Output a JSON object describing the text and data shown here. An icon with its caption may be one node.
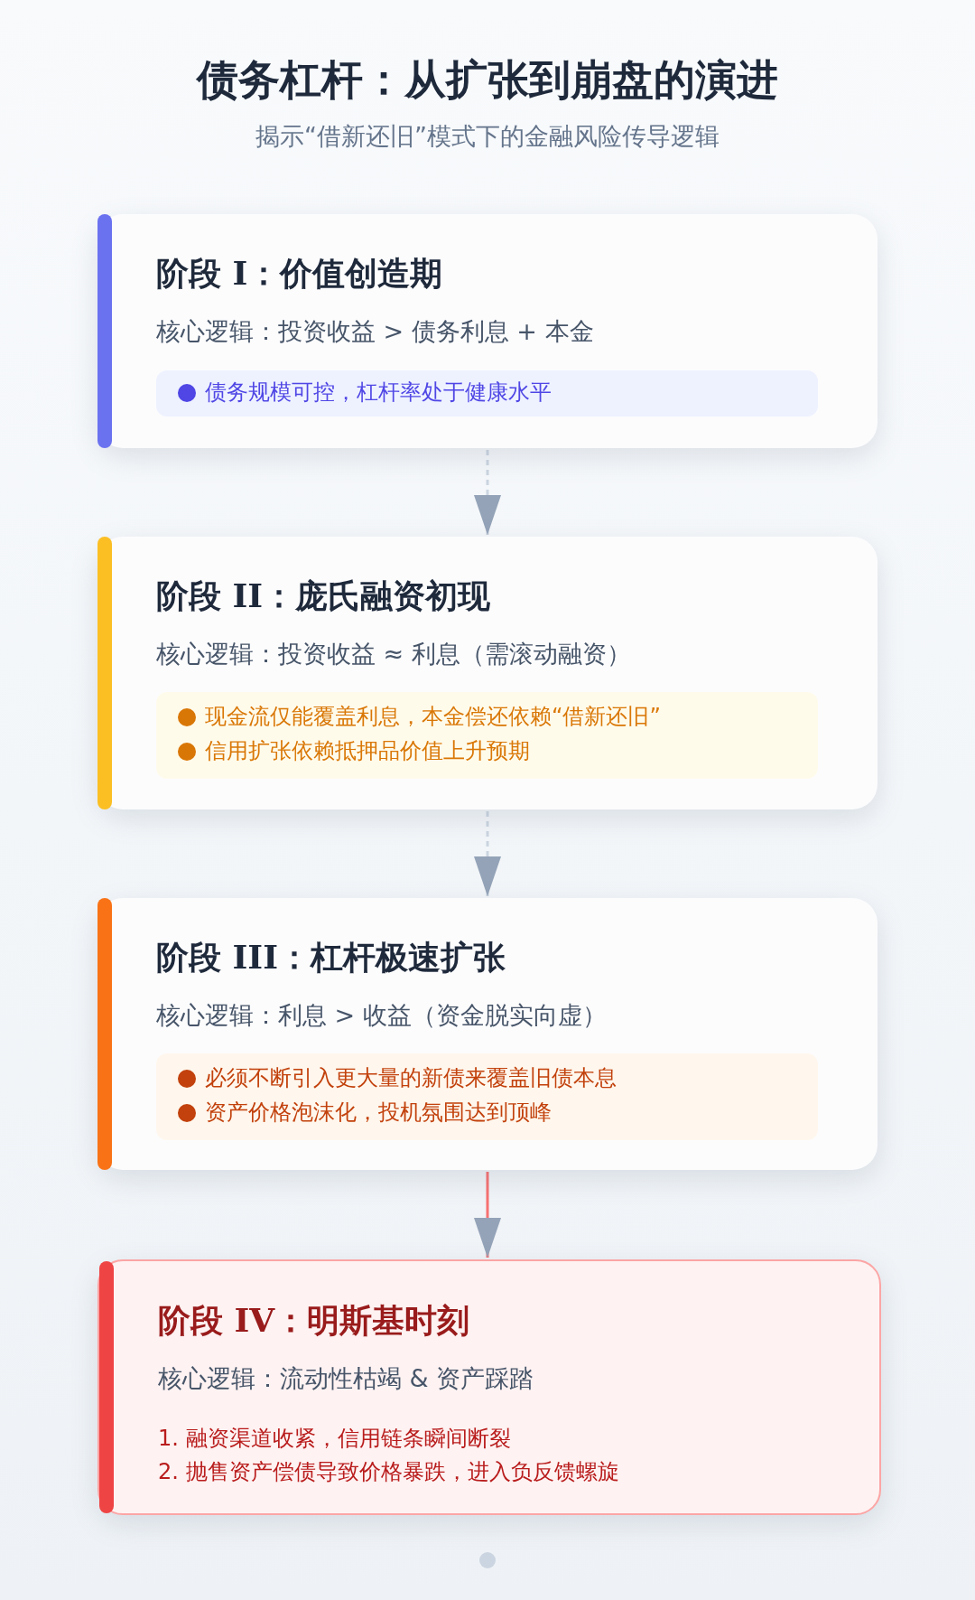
{
  "diagram": {
    "title": "债务杠杆：从扩张到崩盘的演进",
    "caption": "揭示“借新还旧”模式下的金融风险传导逻辑",
    "nodes": [
      {
        "text": [
          "阶段 I：价值创造期",
          "核心逻辑：投资收益 > 债务利息 + 本金"
        ]
      },
      {
        "text": [
          "债务规模可控，杠杆率处于健康水平"
        ],
        "in": 0
      },
      {
        "text": [
          "阶段 II：庞氏融资初现",
          "核心逻辑：投资收益 ≈ 利息（需滚动融资）"
        ]
      },
      {
        "text": [
          "现金流仅能覆盖利息，本金偿还依赖“借新还旧”",
          "信用扩张依赖抵押品价值上升预期"
        ],
        "in": 2
      },
      {
        "text": [
          "阶段 III：杠杆极速扩张",
          "核心逻辑：利息 > 收益（资金脱实向虚）"
        ]
      },
      {
        "text": [
          "必须不断引入更大量的新债来覆盖旧债本息",
          "资产价格泡沫化，投机氛围达到顶峰"
        ],
        "in": 4
      },
      {
        "text": [
          "阶段 IV：明斯基时刻",
          "核心逻辑：流动性枯竭 & 资产踩踏",
          "1. 融资渠道收紧，信用链条瞬间断裂",
          "2. 抛售资产偿债导致价格暴跌，进入负反馈螺旋"
        ]
      }
    ],
    "edges": [
      {
        "from": 0,
        "to": 2,
        "arrow": "to",
        "style": "dashed"
      },
      {
        "from": 2,
        "to": 4,
        "arrow": "to",
        "style": "dashed"
      },
      {
        "from": 4,
        "to": 6,
        "arrow": "to",
        "color": "#f87171"
      }
    ]
  }
}
